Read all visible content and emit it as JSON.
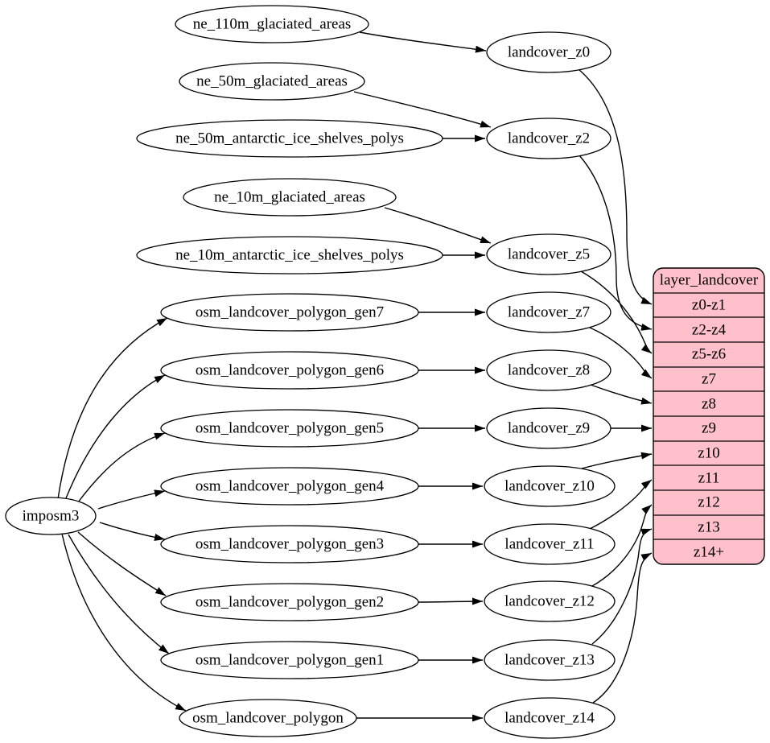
{
  "diagram": {
    "type": "flow-graph",
    "background": "#ffffff",
    "colors": {
      "node_fill": "#ffffff",
      "node_stroke": "#000000",
      "edge": "#000000",
      "record_fill": "#ffc0cb",
      "text": "#000000"
    },
    "nodes": {
      "imposm3": "imposm3",
      "ne_110m_glaciated_areas": "ne_110m_glaciated_areas",
      "ne_50m_glaciated_areas": "ne_50m_glaciated_areas",
      "ne_50m_antarctic_ice_shelves_polys": "ne_50m_antarctic_ice_shelves_polys",
      "ne_10m_glaciated_areas": "ne_10m_glaciated_areas",
      "ne_10m_antarctic_ice_shelves_polys": "ne_10m_antarctic_ice_shelves_polys",
      "osm_landcover_polygon_gen7": "osm_landcover_polygon_gen7",
      "osm_landcover_polygon_gen6": "osm_landcover_polygon_gen6",
      "osm_landcover_polygon_gen5": "osm_landcover_polygon_gen5",
      "osm_landcover_polygon_gen4": "osm_landcover_polygon_gen4",
      "osm_landcover_polygon_gen3": "osm_landcover_polygon_gen3",
      "osm_landcover_polygon_gen2": "osm_landcover_polygon_gen2",
      "osm_landcover_polygon_gen1": "osm_landcover_polygon_gen1",
      "osm_landcover_polygon": "osm_landcover_polygon",
      "landcover_z0": "landcover_z0",
      "landcover_z2": "landcover_z2",
      "landcover_z5": "landcover_z5",
      "landcover_z7": "landcover_z7",
      "landcover_z8": "landcover_z8",
      "landcover_z9": "landcover_z9",
      "landcover_z10": "landcover_z10",
      "landcover_z11": "landcover_z11",
      "landcover_z12": "landcover_z12",
      "landcover_z13": "landcover_z13",
      "landcover_z14": "landcover_z14"
    },
    "record": {
      "title": "layer_landcover",
      "rows": [
        "z0-z1",
        "z2-z4",
        "z5-z6",
        "z7",
        "z8",
        "z9",
        "z10",
        "z11",
        "z12",
        "z13",
        "z14+"
      ]
    },
    "edges": [
      {
        "from": "imposm3",
        "to": "osm_landcover_polygon_gen7"
      },
      {
        "from": "imposm3",
        "to": "osm_landcover_polygon_gen6"
      },
      {
        "from": "imposm3",
        "to": "osm_landcover_polygon_gen5"
      },
      {
        "from": "imposm3",
        "to": "osm_landcover_polygon_gen4"
      },
      {
        "from": "imposm3",
        "to": "osm_landcover_polygon_gen3"
      },
      {
        "from": "imposm3",
        "to": "osm_landcover_polygon_gen2"
      },
      {
        "from": "imposm3",
        "to": "osm_landcover_polygon_gen1"
      },
      {
        "from": "imposm3",
        "to": "osm_landcover_polygon"
      },
      {
        "from": "ne_110m_glaciated_areas",
        "to": "landcover_z0"
      },
      {
        "from": "ne_50m_glaciated_areas",
        "to": "landcover_z2"
      },
      {
        "from": "ne_50m_antarctic_ice_shelves_polys",
        "to": "landcover_z2"
      },
      {
        "from": "ne_10m_glaciated_areas",
        "to": "landcover_z5"
      },
      {
        "from": "ne_10m_antarctic_ice_shelves_polys",
        "to": "landcover_z5"
      },
      {
        "from": "osm_landcover_polygon_gen7",
        "to": "landcover_z7"
      },
      {
        "from": "osm_landcover_polygon_gen6",
        "to": "landcover_z8"
      },
      {
        "from": "osm_landcover_polygon_gen5",
        "to": "landcover_z9"
      },
      {
        "from": "osm_landcover_polygon_gen4",
        "to": "landcover_z10"
      },
      {
        "from": "osm_landcover_polygon_gen3",
        "to": "landcover_z11"
      },
      {
        "from": "osm_landcover_polygon_gen2",
        "to": "landcover_z12"
      },
      {
        "from": "osm_landcover_polygon_gen1",
        "to": "landcover_z13"
      },
      {
        "from": "osm_landcover_polygon",
        "to": "landcover_z14"
      },
      {
        "from": "landcover_z0",
        "to": "layer_landcover:z0-z1"
      },
      {
        "from": "landcover_z2",
        "to": "layer_landcover:z2-z4"
      },
      {
        "from": "landcover_z5",
        "to": "layer_landcover:z5-z6"
      },
      {
        "from": "landcover_z7",
        "to": "layer_landcover:z7"
      },
      {
        "from": "landcover_z8",
        "to": "layer_landcover:z8"
      },
      {
        "from": "landcover_z9",
        "to": "layer_landcover:z9"
      },
      {
        "from": "landcover_z10",
        "to": "layer_landcover:z10"
      },
      {
        "from": "landcover_z11",
        "to": "layer_landcover:z11"
      },
      {
        "from": "landcover_z12",
        "to": "layer_landcover:z12"
      },
      {
        "from": "landcover_z13",
        "to": "layer_landcover:z13"
      },
      {
        "from": "landcover_z14",
        "to": "layer_landcover:z14+"
      }
    ]
  }
}
